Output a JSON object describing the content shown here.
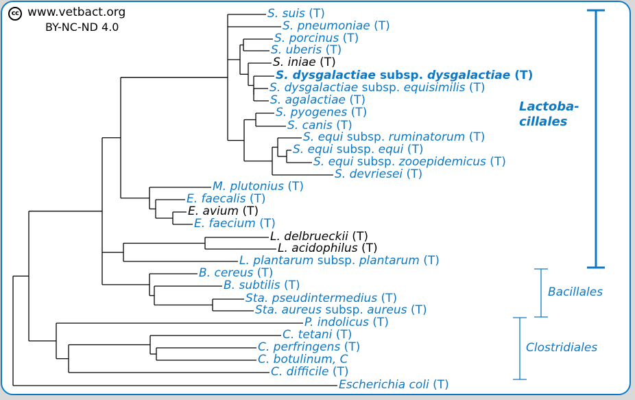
{
  "credit": {
    "icon": "cc-icon",
    "icon_text": "cc",
    "site": "www.vetbact.org",
    "license": "BY-NC-ND 4.0"
  },
  "colors": {
    "accent": "#0d78c4",
    "branch": "#000000",
    "frame_bg": "#ffffff",
    "outer_bg": "#d9d9d9"
  },
  "leaves": [
    {
      "parts": [
        {
          "t": "S. suis",
          "i": true
        },
        {
          "t": " (T)",
          "i": false
        }
      ],
      "color": "blue"
    },
    {
      "parts": [
        {
          "t": "S. pneumoniae",
          "i": true
        },
        {
          "t": " (T)",
          "i": false
        }
      ],
      "color": "blue"
    },
    {
      "parts": [
        {
          "t": "S. porcinus",
          "i": true
        },
        {
          "t": " (T)",
          "i": false
        }
      ],
      "color": "blue"
    },
    {
      "parts": [
        {
          "t": "S. uberis",
          "i": true
        },
        {
          "t": " (T)",
          "i": false
        }
      ],
      "color": "blue"
    },
    {
      "parts": [
        {
          "t": "S. iniae",
          "i": true
        },
        {
          "t": " (T)",
          "i": false
        }
      ],
      "color": "black"
    },
    {
      "parts": [
        {
          "t": "S. dysgalactiae",
          "i": true
        },
        {
          "t": " subsp. ",
          "i": false
        },
        {
          "t": "dysgalactiae",
          "i": true
        },
        {
          "t": " (T)",
          "i": false
        }
      ],
      "color": "blue",
      "bold": true
    },
    {
      "parts": [
        {
          "t": "S. dysgalactiae",
          "i": true
        },
        {
          "t": " subsp. ",
          "i": false
        },
        {
          "t": "equisimilis",
          "i": true
        },
        {
          "t": " (T)",
          "i": false
        }
      ],
      "color": "blue"
    },
    {
      "parts": [
        {
          "t": "S. agalactiae",
          "i": true
        },
        {
          "t": " (T)",
          "i": false
        }
      ],
      "color": "blue"
    },
    {
      "parts": [
        {
          "t": "S. pyogenes",
          "i": true
        },
        {
          "t": " (T)",
          "i": false
        }
      ],
      "color": "blue"
    },
    {
      "parts": [
        {
          "t": "S. canis",
          "i": true
        },
        {
          "t": " (T)",
          "i": false
        }
      ],
      "color": "blue"
    },
    {
      "parts": [
        {
          "t": "S. equi",
          "i": true
        },
        {
          "t": " subsp. ",
          "i": false
        },
        {
          "t": "ruminatorum",
          "i": true
        },
        {
          "t": " (T)",
          "i": false
        }
      ],
      "color": "blue"
    },
    {
      "parts": [
        {
          "t": "S. equi",
          "i": true
        },
        {
          "t": " subsp. ",
          "i": false
        },
        {
          "t": "equi",
          "i": true
        },
        {
          "t": " (T)",
          "i": false
        }
      ],
      "color": "blue"
    },
    {
      "parts": [
        {
          "t": "S. equi",
          "i": true
        },
        {
          "t": " subsp. ",
          "i": false
        },
        {
          "t": "zooepidemicus",
          "i": true
        },
        {
          "t": " (T)",
          "i": false
        }
      ],
      "color": "blue"
    },
    {
      "parts": [
        {
          "t": "S. devriesei",
          "i": true
        },
        {
          "t": " (T)",
          "i": false
        }
      ],
      "color": "blue"
    },
    {
      "parts": [
        {
          "t": "M. plutonius",
          "i": true
        },
        {
          "t": " (T)",
          "i": false
        }
      ],
      "color": "blue"
    },
    {
      "parts": [
        {
          "t": "E. faecalis",
          "i": true
        },
        {
          "t": " (T)",
          "i": false
        }
      ],
      "color": "blue"
    },
    {
      "parts": [
        {
          "t": "E. avium",
          "i": true
        },
        {
          "t": " (T)",
          "i": false
        }
      ],
      "color": "black"
    },
    {
      "parts": [
        {
          "t": "E. faecium",
          "i": true
        },
        {
          "t": " (T)",
          "i": false
        }
      ],
      "color": "blue"
    },
    {
      "parts": [
        {
          "t": "L. delbrueckii",
          "i": true
        },
        {
          "t": " (T)",
          "i": false
        }
      ],
      "color": "black"
    },
    {
      "parts": [
        {
          "t": "L. acidophilus",
          "i": true
        },
        {
          "t": " (T)",
          "i": false
        }
      ],
      "color": "black"
    },
    {
      "parts": [
        {
          "t": "L. plantarum",
          "i": true
        },
        {
          "t": " subsp. ",
          "i": false
        },
        {
          "t": "plantarum",
          "i": true
        },
        {
          "t": " (T)",
          "i": false
        }
      ],
      "color": "blue"
    },
    {
      "parts": [
        {
          "t": "B. cereus",
          "i": true
        },
        {
          "t": " (T)",
          "i": false
        }
      ],
      "color": "blue"
    },
    {
      "parts": [
        {
          "t": "B. subtilis",
          "i": true
        },
        {
          "t": " (T)",
          "i": false
        }
      ],
      "color": "blue"
    },
    {
      "parts": [
        {
          "t": "Sta. pseudintermedius",
          "i": true
        },
        {
          "t": " (T)",
          "i": false
        }
      ],
      "color": "blue"
    },
    {
      "parts": [
        {
          "t": "Sta. aureus",
          "i": true
        },
        {
          "t": " subsp. ",
          "i": false
        },
        {
          "t": "aureus",
          "i": true
        },
        {
          "t": " (T)",
          "i": false
        }
      ],
      "color": "blue"
    },
    {
      "parts": [
        {
          "t": "P. indolicus",
          "i": true
        },
        {
          "t": " (T)",
          "i": false
        }
      ],
      "color": "blue"
    },
    {
      "parts": [
        {
          "t": "C. tetani",
          "i": true
        },
        {
          "t": " (T)",
          "i": false
        }
      ],
      "color": "blue"
    },
    {
      "parts": [
        {
          "t": "C. perfringens",
          "i": true
        },
        {
          "t": " (T)",
          "i": false
        }
      ],
      "color": "blue"
    },
    {
      "parts": [
        {
          "t": "C. botulinum, C",
          "i": true
        }
      ],
      "color": "blue"
    },
    {
      "parts": [
        {
          "t": "C. difficile",
          "i": true
        },
        {
          "t": " (T)",
          "i": false
        }
      ],
      "color": "blue"
    },
    {
      "parts": [
        {
          "t": "Escherichia coli",
          "i": true
        },
        {
          "t": " (T)",
          "i": false
        }
      ],
      "color": "blue"
    }
  ],
  "groups": [
    {
      "label_line1": "Lactoba-",
      "label_line2": "cillales",
      "first_leaf": 0,
      "last_leaf": 21
    },
    {
      "label_line1": "Bacillales",
      "label_line2": "",
      "first_leaf": 21,
      "last_leaf": 25
    },
    {
      "label_line1": "Clostridiales",
      "label_line2": "",
      "first_leaf": 25,
      "last_leaf": 30
    }
  ]
}
